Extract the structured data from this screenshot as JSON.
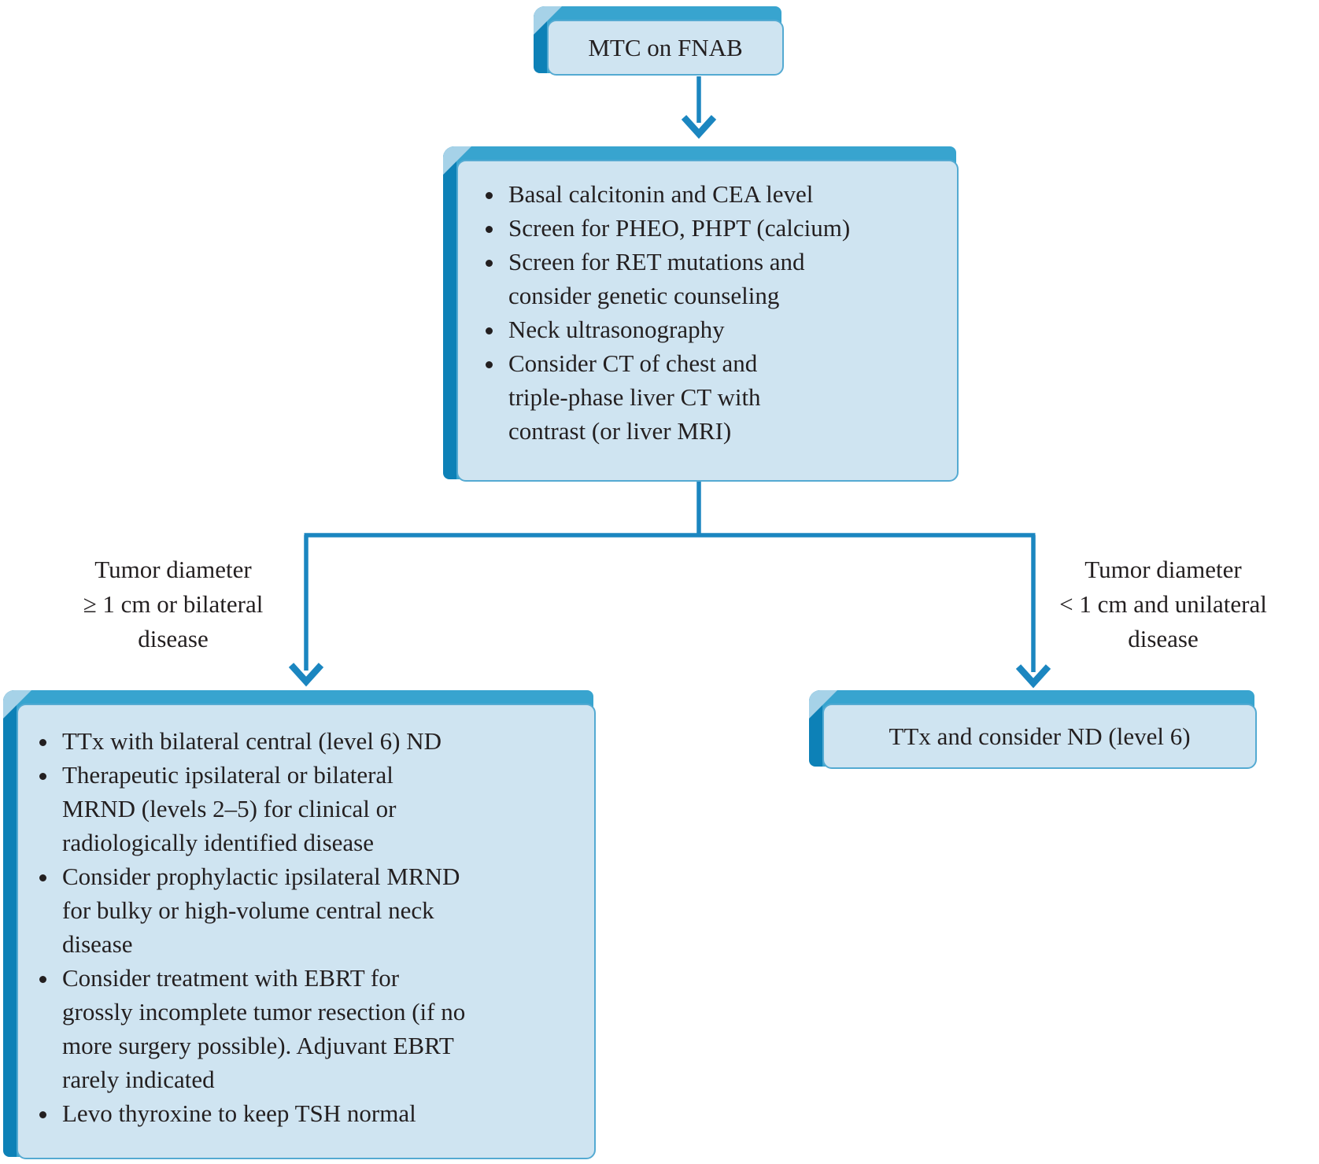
{
  "diagram": {
    "type": "flowchart",
    "topic": "MTC management algorithm",
    "root_node": {
      "label": "MTC on FNAB"
    },
    "workup_node": {
      "bullets": [
        [
          "Basal calcitonin and CEA level"
        ],
        [
          "Screen for PHEO, PHPT (calcium)"
        ],
        [
          "Screen for RET mutations and",
          "consider genetic counseling"
        ],
        [
          "Neck ultrasonography"
        ],
        [
          "Consider CT of chest and",
          "triple-phase liver CT with",
          "contrast (or liver MRI)"
        ]
      ]
    },
    "branches": {
      "left_condition": [
        "Tumor diameter",
        "≥ 1 cm or bilateral",
        "disease"
      ],
      "right_condition": [
        "Tumor diameter",
        "< 1 cm and unilateral",
        "disease"
      ]
    },
    "left_outcome_node": {
      "bullets": [
        [
          "TTx with bilateral central (level 6) ND"
        ],
        [
          "Therapeutic ipsilateral or bilateral",
          "MRND (levels 2–5) for clinical or",
          "radiologically identified disease"
        ],
        [
          "Consider prophylactic ipsilateral MRND",
          "for bulky or high-volume central neck",
          "disease"
        ],
        [
          "Consider treatment with EBRT for",
          "grossly incomplete tumor resection (if no",
          "more surgery possible). Adjuvant EBRT",
          "rarely indicated"
        ],
        [
          "Levo thyroxine to keep TSH normal"
        ]
      ]
    },
    "right_outcome_node": {
      "label": "TTx and consider ND (level 6)"
    },
    "colors": {
      "background": "#ffffff",
      "box_fill": "#cfe4f1",
      "box_border": "#54aad2",
      "bevel_top": "#38a4cf",
      "bevel_side": "#0d81b7",
      "bevel_highlight": "#a6d2e8",
      "connector": "#1b86c0",
      "text": "#231f20"
    }
  }
}
